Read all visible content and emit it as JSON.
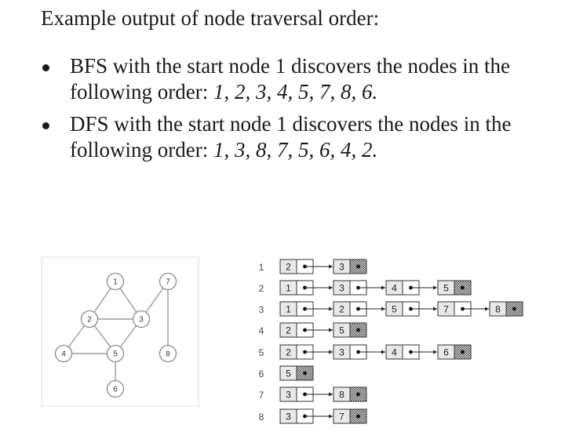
{
  "heading": "Example output of node traversal order:",
  "bullets": [
    {
      "text": "BFS with the start node 1 discovers the nodes in the following order: ",
      "order": "1, 2, 3, 4, 5, 7, 8, 6."
    },
    {
      "text": "DFS with the start node 1 discovers the nodes in the following order: ",
      "order": "1, 3, 8, 7, 5, 6, 4, 2."
    }
  ],
  "graph": {
    "nodes": [
      "1",
      "2",
      "3",
      "4",
      "5",
      "6",
      "7",
      "8"
    ],
    "edges": [
      [
        "1",
        "2"
      ],
      [
        "1",
        "3"
      ],
      [
        "2",
        "3"
      ],
      [
        "2",
        "4"
      ],
      [
        "2",
        "5"
      ],
      [
        "3",
        "5"
      ],
      [
        "4",
        "5"
      ],
      [
        "5",
        "6"
      ],
      [
        "7",
        "3"
      ],
      [
        "7",
        "8"
      ]
    ]
  },
  "adjacency_list": [
    {
      "vertex": "1",
      "neighbors": [
        "2",
        "3"
      ]
    },
    {
      "vertex": "2",
      "neighbors": [
        "1",
        "3",
        "4",
        "5"
      ]
    },
    {
      "vertex": "3",
      "neighbors": [
        "1",
        "2",
        "5",
        "7",
        "8"
      ]
    },
    {
      "vertex": "4",
      "neighbors": [
        "2",
        "5"
      ]
    },
    {
      "vertex": "5",
      "neighbors": [
        "2",
        "3",
        "4",
        "6"
      ]
    },
    {
      "vertex": "6",
      "neighbors": [
        "5"
      ]
    },
    {
      "vertex": "7",
      "neighbors": [
        "3",
        "8"
      ]
    },
    {
      "vertex": "8",
      "neighbors": [
        "3",
        "7"
      ]
    }
  ]
}
